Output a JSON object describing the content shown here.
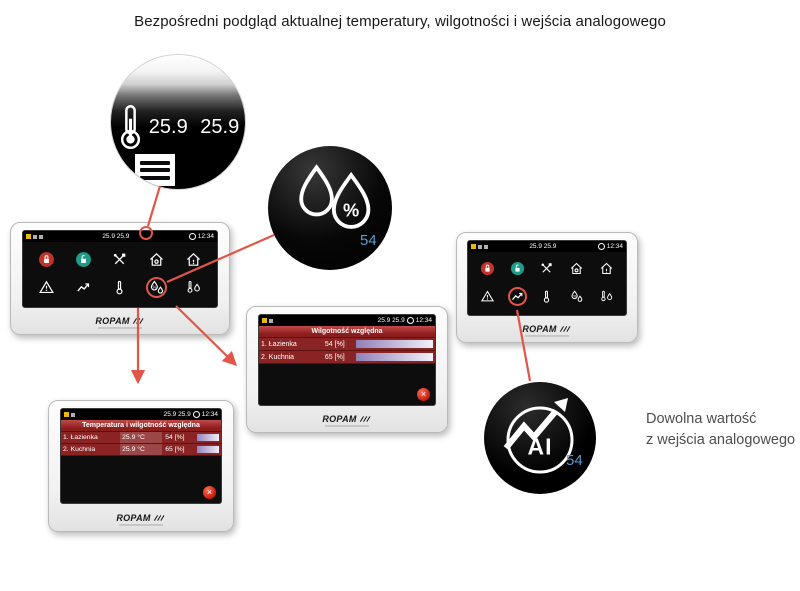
{
  "page": {
    "title": "Bezpośredni podgląd aktualnej temperatury, wilgotności i wejścia analogowego",
    "caption": {
      "line1": "Dowolna wartość",
      "line2": "z wejścia analogowego"
    }
  },
  "brand": {
    "name": "ROPAM"
  },
  "statusbar": {
    "temps": "25.9 25.9",
    "time": "12:34"
  },
  "magnifiers": {
    "temperature": {
      "icon": "thermometer-icon",
      "values": "25.9 25.9"
    },
    "humidity": {
      "icon": "humidity-drops-icon",
      "value": "54"
    },
    "analog": {
      "icon": "trend-arrow-icon",
      "label": "AI",
      "value": "54"
    }
  },
  "icon_grid": {
    "icons": [
      "arm",
      "disarm",
      "tools",
      "house-settings",
      "house-alert",
      "warning",
      "chart",
      "thermometer",
      "humidity",
      "temp-humidity"
    ]
  },
  "panels": {
    "left": {
      "highlight": "humidity"
    },
    "right": {
      "highlight": "chart"
    },
    "humidity_screen": {
      "title": "Wilgotność względna",
      "rows": [
        {
          "name": "1. Łazienka",
          "value": "54 [%]"
        },
        {
          "name": "2. Kuchnia",
          "value": "65 [%]"
        }
      ],
      "close": "×"
    },
    "temp_screen": {
      "title": "Temperatura i wilgotność względna",
      "rows": [
        {
          "name": "1. Łazienka",
          "temp": "25.9 °C",
          "hum": "54 [%]"
        },
        {
          "name": "2. Kuchnia",
          "temp": "25.9 °C",
          "hum": "65 [%]"
        }
      ],
      "close": "×"
    }
  },
  "colors": {
    "callout": "#e2564a",
    "value_blue": "#5b9bd5",
    "titlebar_red": "#8c1d1d"
  }
}
